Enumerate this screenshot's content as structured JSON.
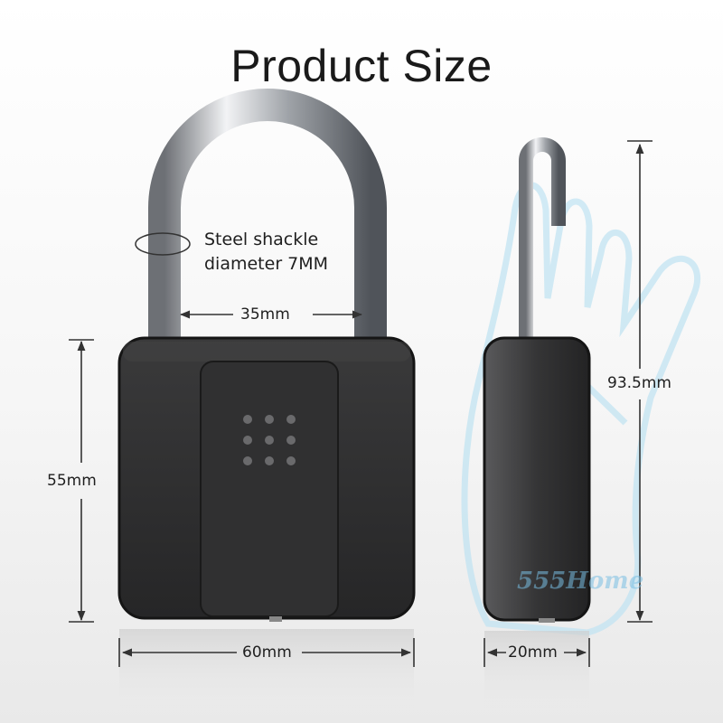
{
  "title": "Product Size",
  "annotations": {
    "shackle_note_line1": "Steel shackle",
    "shackle_note_line2": "diameter 7MM",
    "shackle_width": "35mm",
    "body_height": "55mm",
    "total_height": "93.5mm",
    "body_width": "60mm",
    "depth": "20mm"
  },
  "watermark": "555Home",
  "colors": {
    "lock_body": "#2b2b2c",
    "lock_edge": "#151515",
    "shackle": "#c9ccd0",
    "watermark": "#8ccbe6"
  }
}
